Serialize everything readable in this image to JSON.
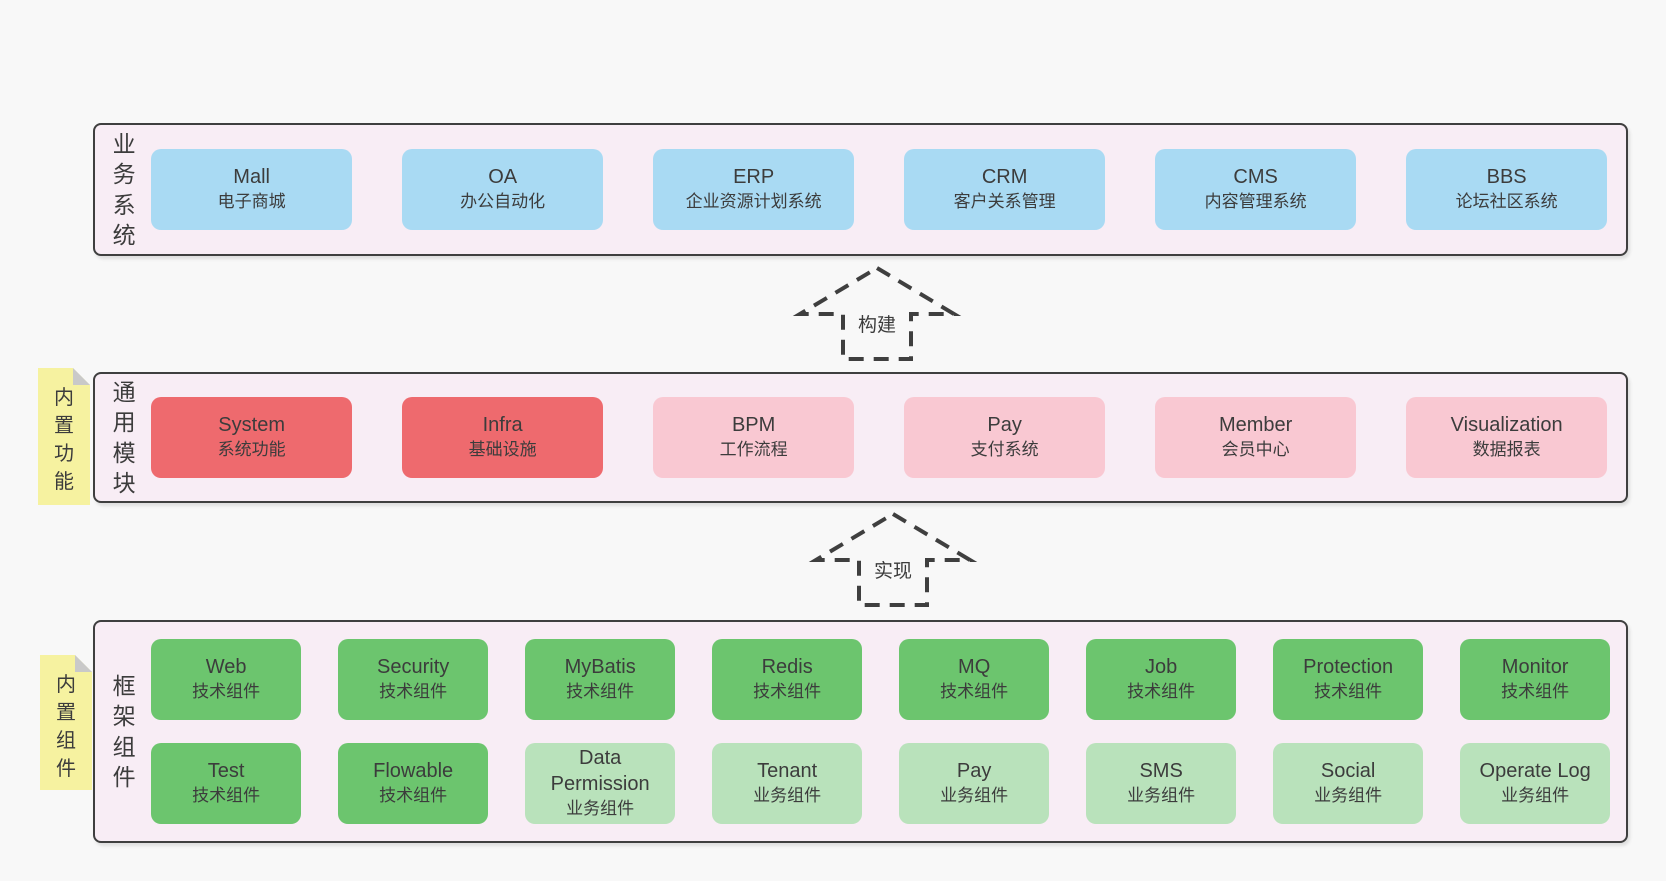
{
  "colors": {
    "page_bg": "#f8f8f8",
    "band_bg": "#f8edf5",
    "border": "#3f3f3f",
    "text": "#3c3c3c",
    "blue": "#a9daf3",
    "red": "#ee6a6e",
    "pink": "#f9c8d2",
    "green": "#6cc56e",
    "lightgreen": "#b9e2bb",
    "yellow": "#f6f2a0",
    "fold": "#c9c9c9"
  },
  "notes": {
    "functions": "内置功能",
    "components": "内置组件"
  },
  "arrows": {
    "build": "构建",
    "implement": "实现"
  },
  "bands": {
    "business": {
      "label": "业务系统",
      "boxes": [
        {
          "name": "Mall",
          "desc": "电子商城",
          "type": "blue"
        },
        {
          "name": "OA",
          "desc": "办公自动化",
          "type": "blue"
        },
        {
          "name": "ERP",
          "desc": "企业资源计划系统",
          "type": "blue"
        },
        {
          "name": "CRM",
          "desc": "客户关系管理",
          "type": "blue"
        },
        {
          "name": "CMS",
          "desc": "内容管理系统",
          "type": "blue"
        },
        {
          "name": "BBS",
          "desc": "论坛社区系统",
          "type": "blue"
        }
      ]
    },
    "modules": {
      "label": "通用模块",
      "boxes": [
        {
          "name": "System",
          "desc": "系统功能",
          "type": "red"
        },
        {
          "name": "Infra",
          "desc": "基础设施",
          "type": "red"
        },
        {
          "name": "BPM",
          "desc": "工作流程",
          "type": "pink"
        },
        {
          "name": "Pay",
          "desc": "支付系统",
          "type": "pink"
        },
        {
          "name": "Member",
          "desc": "会员中心",
          "type": "pink"
        },
        {
          "name": "Visualization",
          "desc": "数据报表",
          "type": "pink"
        }
      ]
    },
    "framework": {
      "label": "框架组件",
      "rows": [
        [
          {
            "name": "Web",
            "desc": "技术组件",
            "type": "green"
          },
          {
            "name": "Security",
            "desc": "技术组件",
            "type": "green"
          },
          {
            "name": "MyBatis",
            "desc": "技术组件",
            "type": "green"
          },
          {
            "name": "Redis",
            "desc": "技术组件",
            "type": "green"
          },
          {
            "name": "MQ",
            "desc": "技术组件",
            "type": "green"
          },
          {
            "name": "Job",
            "desc": "技术组件",
            "type": "green"
          },
          {
            "name": "Protection",
            "desc": "技术组件",
            "type": "green"
          },
          {
            "name": "Monitor",
            "desc": "技术组件",
            "type": "green"
          }
        ],
        [
          {
            "name": "Test",
            "desc": "技术组件",
            "type": "green"
          },
          {
            "name": "Flowable",
            "desc": "技术组件",
            "type": "green"
          },
          {
            "name": "Data Permission",
            "desc": "业务组件",
            "type": "lightgreen"
          },
          {
            "name": "Tenant",
            "desc": "业务组件",
            "type": "lightgreen"
          },
          {
            "name": "Pay",
            "desc": "业务组件",
            "type": "lightgreen"
          },
          {
            "name": "SMS",
            "desc": "业务组件",
            "type": "lightgreen"
          },
          {
            "name": "Social",
            "desc": "业务组件",
            "type": "lightgreen"
          },
          {
            "name": "Operate Log",
            "desc": "业务组件",
            "type": "lightgreen"
          }
        ]
      ]
    }
  }
}
